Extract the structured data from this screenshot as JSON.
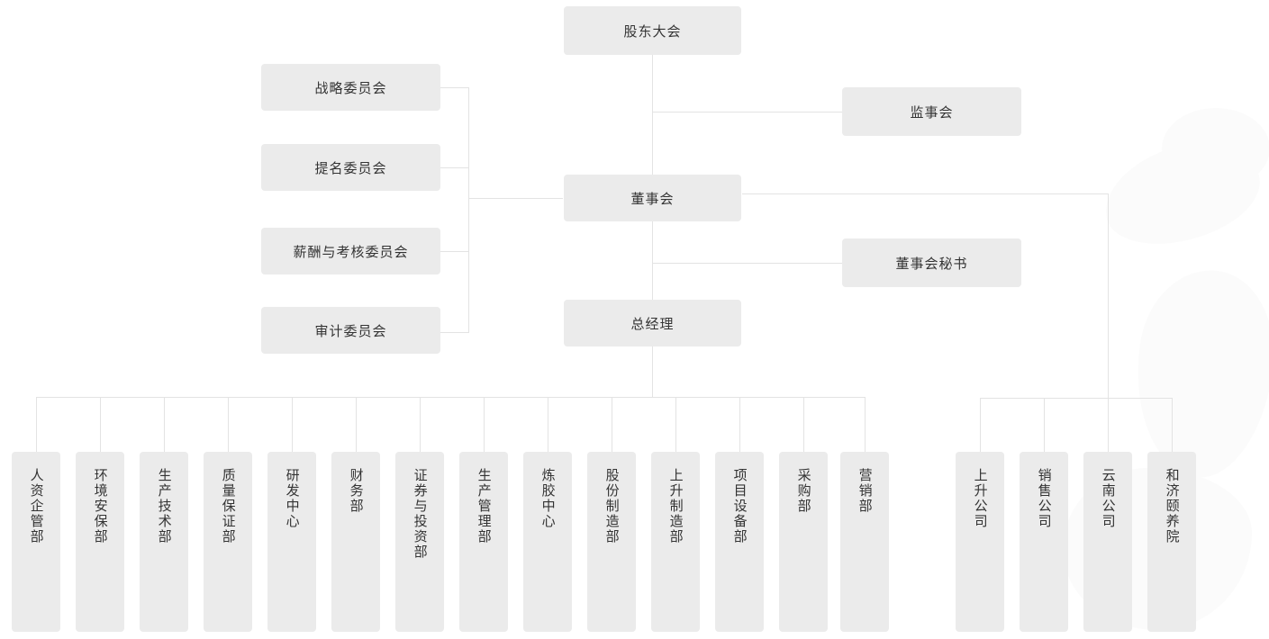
{
  "chart": {
    "type": "org-chart",
    "title": "",
    "nodes": {
      "shareholders": {
        "label": "股东大会"
      },
      "supervisory": {
        "label": "监事会"
      },
      "board": {
        "label": "董事会"
      },
      "board_secretary": {
        "label": "董事会秘书"
      },
      "general_manager": {
        "label": "总经理"
      }
    },
    "committees": [
      {
        "label": "战略委员会"
      },
      {
        "label": "提名委员会"
      },
      {
        "label": "薪酬与考核委员会"
      },
      {
        "label": "审计委员会"
      }
    ],
    "departments": [
      {
        "label": "人资企管部"
      },
      {
        "label": "环境安保部"
      },
      {
        "label": "生产技术部"
      },
      {
        "label": "质量保证部"
      },
      {
        "label": "研发中心"
      },
      {
        "label": "财务部"
      },
      {
        "label": "证券与投资部"
      },
      {
        "label": "生产管理部"
      },
      {
        "label": "炼胶中心"
      },
      {
        "label": "股份制造部"
      },
      {
        "label": "上升制造部"
      },
      {
        "label": "项目设备部"
      },
      {
        "label": "采购部"
      },
      {
        "label": "营销部"
      }
    ],
    "subsidiaries": [
      {
        "label": "上升公司"
      },
      {
        "label": "销售公司"
      },
      {
        "label": "云南公司"
      },
      {
        "label": "和济颐养院"
      }
    ],
    "colors": {
      "node_fill": "#ebebeb",
      "node_text": "#333333",
      "connector": "#e3e3e3",
      "background": "#ffffff",
      "watermark": "#fbfbfb"
    }
  }
}
